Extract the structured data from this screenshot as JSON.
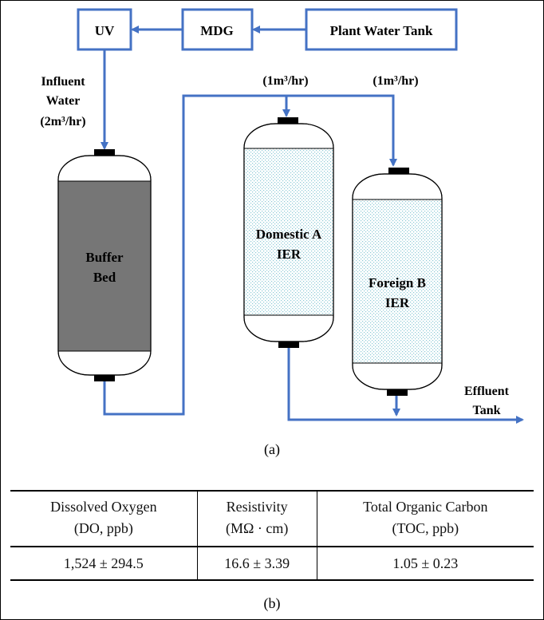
{
  "diagram": {
    "boxes": {
      "uv": "UV",
      "mdg": "MDG",
      "plant_tank": "Plant Water Tank"
    },
    "influent": {
      "line1": "Influent",
      "line2": "Water",
      "flow": "(2m³/hr)"
    },
    "flow_a": "(1m³/hr)",
    "flow_b": "(1m³/hr)",
    "buffer": {
      "line1": "Buffer",
      "line2": "Bed"
    },
    "domestic": {
      "line1": "Domestic A",
      "line2": "IER"
    },
    "foreign": {
      "line1": "Foreign B",
      "line2": "IER"
    },
    "effluent": {
      "line1": "Effluent",
      "line2": "Tank"
    },
    "colors": {
      "line": "#4472C4",
      "buffer_fill": "#767676",
      "resin_dots": "#8BC9D6"
    }
  },
  "caption_a": "(a)",
  "table": {
    "headers": [
      {
        "line1": "Dissolved Oxygen",
        "line2": "(DO,  ppb)"
      },
      {
        "line1": "Resistivity",
        "line2": "(MΩ · cm)"
      },
      {
        "line1": "Total Organic Carbon",
        "line2": "(TOC,  ppb)"
      }
    ],
    "row": [
      "1,524  ±  294.5",
      "16.6  ±  3.39",
      "1.05  ±  0.23"
    ]
  },
  "caption_b": "(b)"
}
